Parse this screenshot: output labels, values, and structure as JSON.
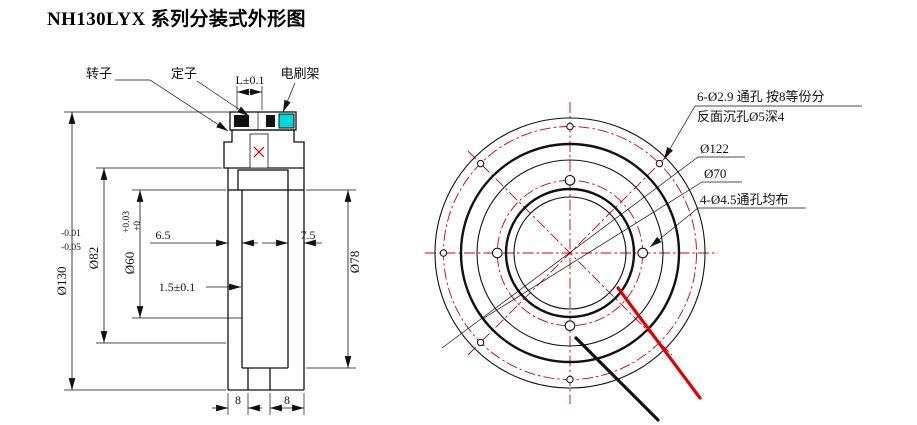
{
  "title": "NH130LYX 系列分装式外形图",
  "section_view": {
    "callouts": {
      "rotor": "转子",
      "stator": "定子",
      "length_dim": "L±0.1",
      "brush_holder": "电刷架"
    },
    "dimensions": {
      "outer_dia": "Ø130",
      "outer_dia_tol_upper": "-0.01",
      "outer_dia_tol_lower": "-0.05",
      "mid_dia": "Ø82",
      "bore_dia": "Ø60",
      "bore_dia_tol_upper": "+0.03",
      "bore_dia_tol_lower": "+0",
      "width_left": "6.5",
      "width_right": "7.5",
      "gap": "1.5±0.1",
      "track_dia": "Ø78",
      "foot_left": "8",
      "foot_right": "8"
    }
  },
  "front_view": {
    "callouts": {
      "holes6_line1": "6-Ø2.9 通孔 按8等份分",
      "holes6_line2": "反面沉孔Ø5深4",
      "bolt_circle_dia": "Ø122",
      "inner_circle_dia": "Ø70",
      "holes4": "4-Ø4.5通孔均布"
    }
  },
  "colors": {
    "centerline_red": "#d40000",
    "section_cyan": "#00d8d8",
    "wire_red": "#e20000",
    "line_black": "#111111"
  }
}
